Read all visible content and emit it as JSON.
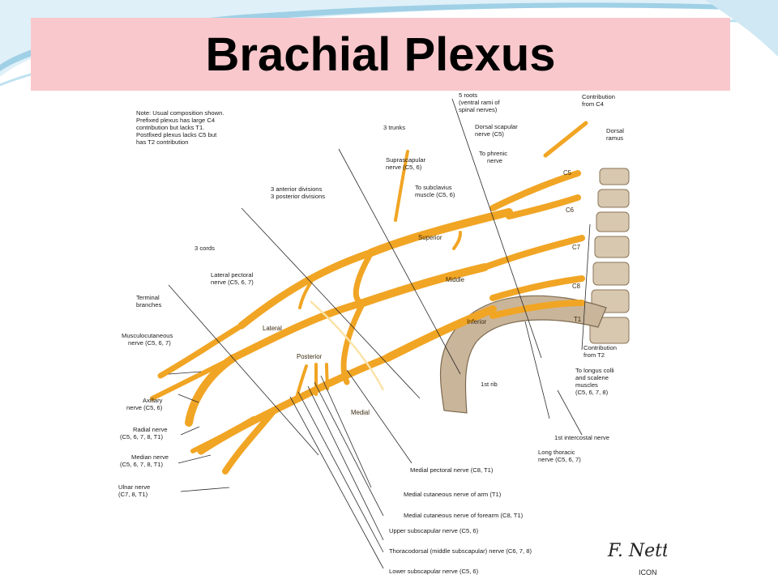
{
  "slide": {
    "title": "Brachial Plexus",
    "colors": {
      "title_band": "#f9c8cc",
      "nerve": "#f1a524",
      "nerve_edge": "#b36f10",
      "bone": "#c9b59a",
      "accent_swoosh": "#9fd0e6"
    }
  },
  "labels": {
    "note": [
      "Note: Usual composition shown.",
      "Prefixed plexus has large C4",
      "contribution but lacks T1.",
      "Postfixed plexus lacks C5 but",
      "has T2 contribution"
    ],
    "five_roots": [
      "5 roots",
      "(ventral rami of",
      "spinal nerves)"
    ],
    "contribution_c4": [
      "Contribution",
      "from C4"
    ],
    "three_trunks": "3 trunks",
    "dorsal_scapular": [
      "Dorsal scapular",
      "nerve (C5)"
    ],
    "dorsal_ramus": [
      "Dorsal",
      "ramus"
    ],
    "to_phrenic": [
      "To phrenic",
      "nerve"
    ],
    "suprascapular": [
      "Suprascapular",
      "nerve (C5, 6)"
    ],
    "divisions": [
      "3 anterior divisions",
      "3 posterior divisions"
    ],
    "to_subclavius": [
      "To subclavius",
      "muscle (C5, 6)"
    ],
    "three_cords": "3 cords",
    "lateral_pectoral": [
      "Lateral pectoral",
      "nerve (C5, 6, 7)"
    ],
    "terminal_branches": [
      "Terminal",
      "branches"
    ],
    "musculocutaneous": [
      "Musculocutaneous",
      "nerve (C5, 6, 7)"
    ],
    "axillary": [
      "Axillary",
      "nerve (C5, 6)"
    ],
    "radial": [
      "Radial nerve",
      "(C5, 6, 7, 8, T1)"
    ],
    "median": [
      "Median nerve",
      "(C5, 6, 7, 8, T1)"
    ],
    "ulnar": [
      "Ulnar nerve",
      "(C7, 8, T1)"
    ],
    "contribution_t2": [
      "Contribution",
      "from T2"
    ],
    "longus_colli": [
      "To longus colli",
      "and scalene",
      "muscles",
      "(C5, 6, 7, 8)"
    ],
    "first_intercostal": "1st intercostal nerve",
    "long_thoracic": [
      "Long thoracic",
      "nerve (C5, 6, 7)"
    ],
    "medial_pectoral": "Medial pectoral nerve (C8, T1)",
    "medial_cut_arm": "Medial cutaneous nerve of arm (T1)",
    "medial_cut_forearm": "Medial cutaneous nerve of forearm (C8, T1)",
    "upper_subscapular": "Upper subscapular nerve (C5, 6)",
    "thoracodorsal": "Thoracodorsal (middle subscapular) nerve (C6, 7, 8)",
    "lower_subscapular": "Lower subscapular nerve (C5, 6)",
    "first_rib": "1st rib",
    "superior": "Superior",
    "middle": "Middle",
    "inferior": "Inferior",
    "lateral": "Lateral",
    "posterior": "Posterior",
    "medial": "Medial",
    "c5": "C5",
    "c6": "C6",
    "c7": "C7",
    "c8": "C8",
    "t1": "T1",
    "signature": "F. Netter M.D.",
    "signature_mark": "ICON"
  }
}
